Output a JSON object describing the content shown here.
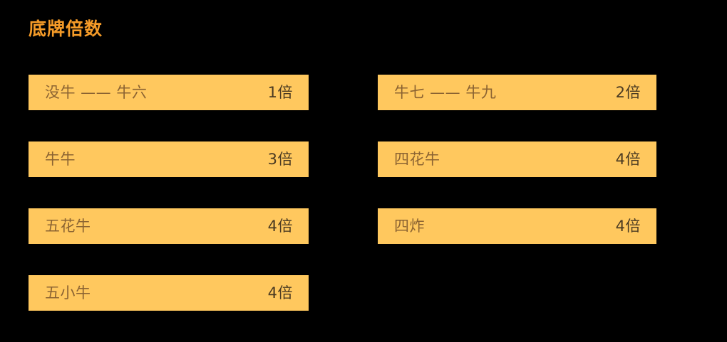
{
  "panel": {
    "title": "底牌倍数",
    "title_color": "#F59B28",
    "background_color": "#000000",
    "row_color": "#FFC85E",
    "label_color": "#8B6332",
    "value_color": "#4A3A22"
  },
  "columns": {
    "left": [
      {
        "label": "没牛 —— 牛六",
        "value": "1倍"
      },
      {
        "label": "牛牛",
        "value": "3倍"
      },
      {
        "label": "五花牛",
        "value": "4倍"
      },
      {
        "label": "五小牛",
        "value": "4倍"
      }
    ],
    "right": [
      {
        "label": "牛七 —— 牛九",
        "value": "2倍"
      },
      {
        "label": "四花牛",
        "value": "4倍"
      },
      {
        "label": "四炸",
        "value": "4倍"
      }
    ]
  }
}
